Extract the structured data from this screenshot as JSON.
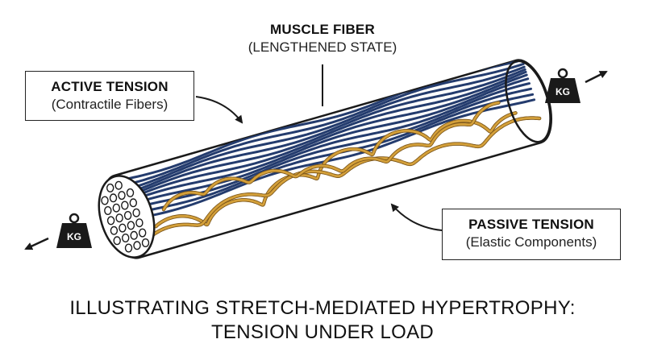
{
  "title": {
    "main": "MUSCLE FIBER",
    "sub": "(LENGTHENED STATE)"
  },
  "labels": {
    "active": {
      "title": "ACTIVE TENSION",
      "sub": "(Contractile Fibers)"
    },
    "passive": {
      "title": "PASSIVE TENSION",
      "sub": "(Elastic Components)"
    }
  },
  "weights": {
    "left": "KG",
    "right": "KG"
  },
  "caption": {
    "line1": "ILLUSTRATING STRETCH-MEDIATED HYPERTROPHY:",
    "line2": "TENSION UNDER LOAD"
  },
  "colors": {
    "contractile": "#243c6e",
    "elastic": "#d4a03a",
    "outline": "#1a1a1a",
    "weight": "#1a1a1a"
  }
}
